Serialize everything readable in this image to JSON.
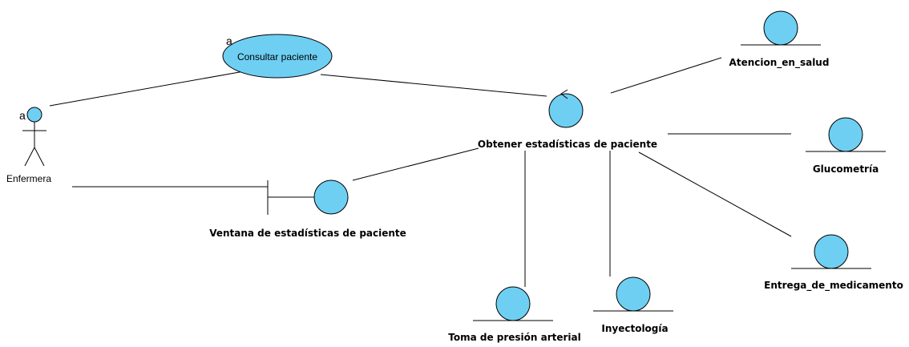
{
  "diagram": {
    "fill_color": "#6ecff3",
    "stroke_color": "#000000",
    "usecase": {
      "label": "Consultar paciente",
      "marker": "a"
    },
    "actor": {
      "label": "Enfermera",
      "marker": "a"
    },
    "boundary": {
      "label": "Ventana de estadísticas de paciente"
    },
    "control": {
      "label": "Obtener estadísticas de paciente"
    },
    "entities": {
      "atencion": "Atencion_en_salud",
      "glucometria": "Glucometría",
      "entrega": "Entrega_de_medicamento",
      "toma": "Toma de presión arterial",
      "inyectologia": "Inyectología"
    }
  }
}
